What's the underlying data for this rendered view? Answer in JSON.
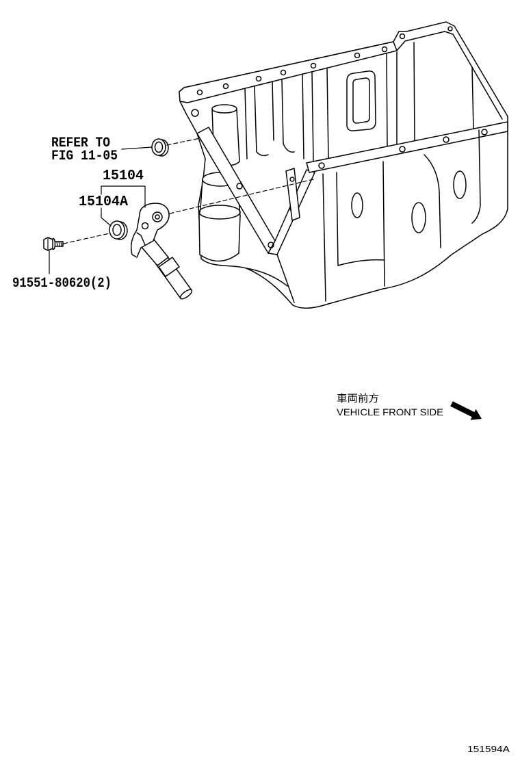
{
  "labels": {
    "refer_to_line1": "REFER TO",
    "refer_to_line2": "FIG 11-05",
    "strainer_part": "15104",
    "strainer_gasket_part": "15104A",
    "bolt_part": "91551-80620(2)"
  },
  "direction": {
    "japanese": "車両前方",
    "english": "VEHICLE FRONT SIDE",
    "arrow_icon": "arrow-down-right-icon"
  },
  "figure_id": "151594A",
  "colors": {
    "line": "#000000",
    "background": "#ffffff"
  }
}
